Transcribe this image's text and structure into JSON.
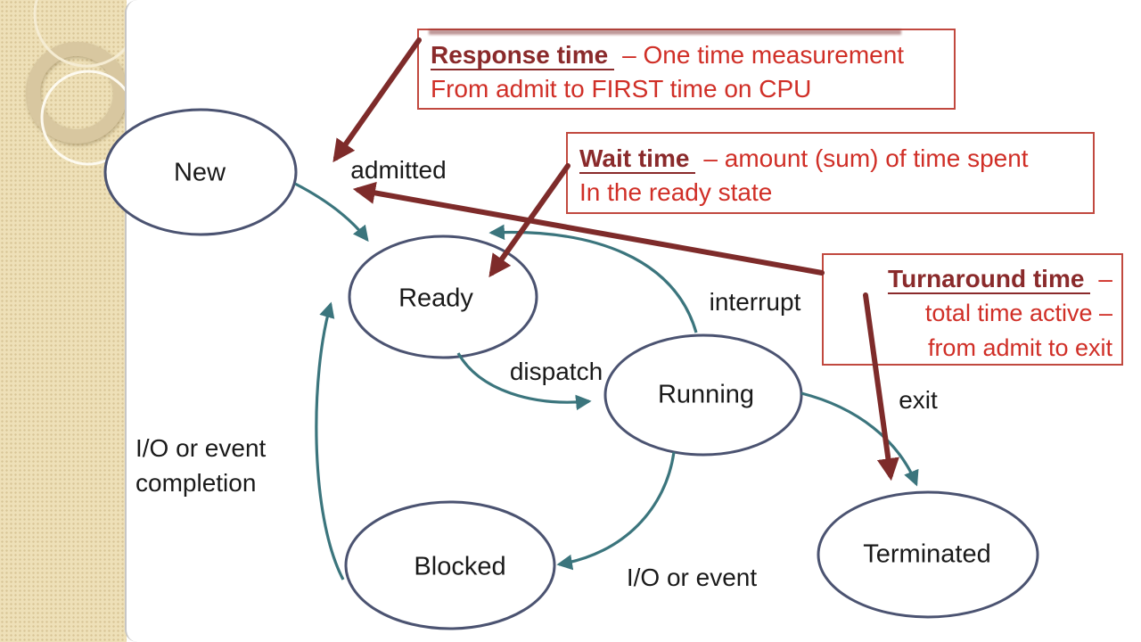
{
  "colors": {
    "page-bg": "#ffffff",
    "strip-bg": "#eee0b8",
    "strip-ring": "#d8c7a0",
    "strip-circle-cream": "#f5ecd3",
    "strip-circle-white": "#fdfaf0",
    "state-stroke": "#4b5371",
    "transition": "#3b757d",
    "callout-border": "#c1493f",
    "callout-term": "#8a2a2b",
    "callout-text": "#d02f27",
    "callout-arrow": "#7e2b2a",
    "label-text": "#1a1a1a",
    "edge-line": "#c6c6c6"
  },
  "diagram": {
    "states": [
      {
        "id": "new",
        "label": "New"
      },
      {
        "id": "ready",
        "label": "Ready"
      },
      {
        "id": "running",
        "label": "Running"
      },
      {
        "id": "blocked",
        "label": "Blocked"
      },
      {
        "id": "terminated",
        "label": "Terminated"
      }
    ],
    "transitions": [
      {
        "id": "admitted",
        "label": "admitted",
        "from": "New",
        "to": "Ready"
      },
      {
        "id": "dispatch",
        "label": "dispatch",
        "from": "Ready",
        "to": "Running"
      },
      {
        "id": "interrupt",
        "label": "interrupt",
        "from": "Running",
        "to": "Ready"
      },
      {
        "id": "io-or-event",
        "label": "I/O or event",
        "from": "Running",
        "to": "Blocked"
      },
      {
        "id": "io-or-event-completion",
        "label": "I/O or event completion",
        "label_lines": [
          "I/O or event",
          "completion"
        ],
        "from": "Blocked",
        "to": "Ready"
      },
      {
        "id": "exit",
        "label": "exit",
        "from": "Running",
        "to": "Terminated"
      }
    ]
  },
  "callouts": [
    {
      "id": "response-time",
      "term": "Response time",
      "definition": "– One time measurement",
      "line2": "From admit to FIRST time on CPU"
    },
    {
      "id": "wait-time",
      "term": "Wait time",
      "definition": "– amount (sum) of time spent",
      "line2": "In the  ready state"
    },
    {
      "id": "turnaround-time",
      "term": "Turnaround time",
      "definition": "–",
      "line2": "total time active –",
      "line3": "from admit to exit"
    }
  ]
}
